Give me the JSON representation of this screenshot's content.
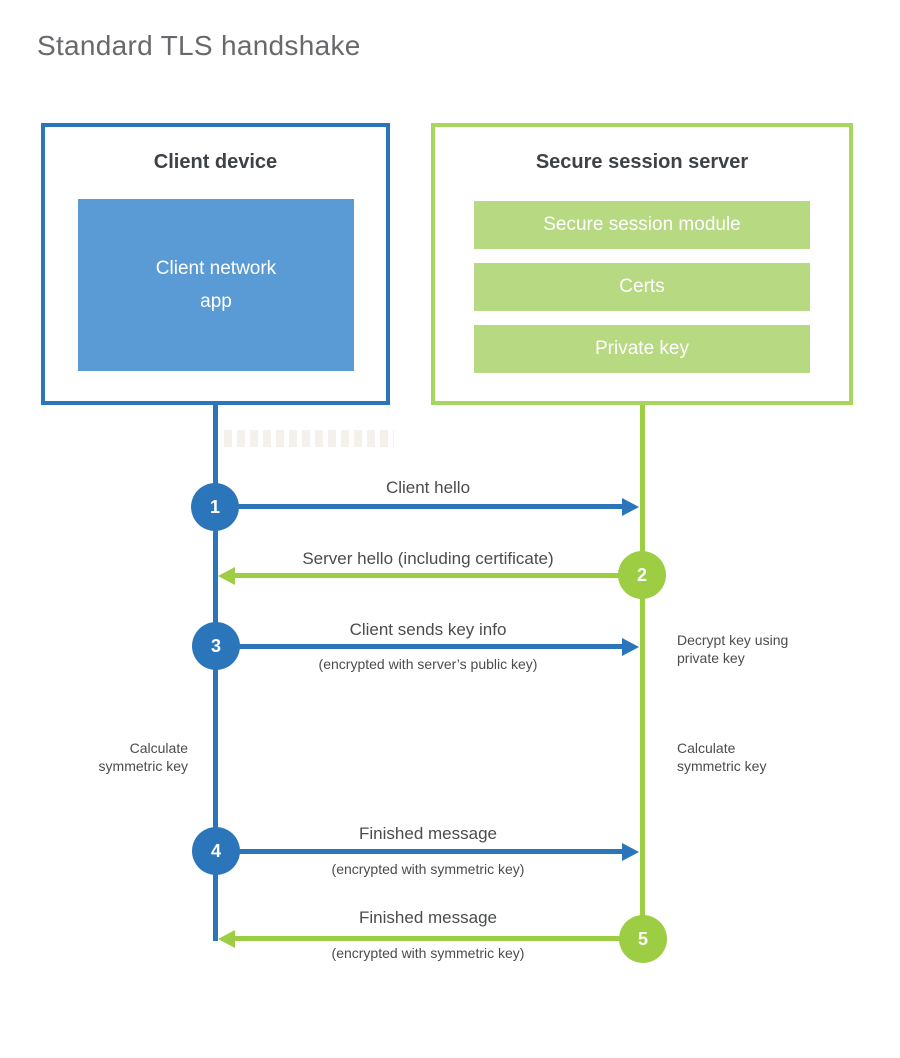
{
  "page": {
    "title": "Standard TLS handshake"
  },
  "client": {
    "heading": "Client device",
    "app": {
      "line1": "Client network",
      "line2": "app"
    }
  },
  "server": {
    "heading": "Secure session server",
    "modules": [
      "Secure session module",
      "Certs",
      "Private key"
    ]
  },
  "steps": [
    {
      "num": "1",
      "label": "Client hello",
      "sub": "",
      "direction": "client-to-server",
      "color": "#2b76bb"
    },
    {
      "num": "2",
      "label": "Server hello (including certificate)",
      "sub": "",
      "direction": "server-to-client",
      "color": "#9ccd42"
    },
    {
      "num": "3",
      "label": "Client sends key info",
      "sub": "(encrypted with server’s public key)",
      "direction": "client-to-server",
      "color": "#2b76bb"
    },
    {
      "num": "4",
      "label": "Finished message",
      "sub": "(encrypted with symmetric key)",
      "direction": "client-to-server",
      "color": "#2b76bb"
    },
    {
      "num": "5",
      "label": "Finished message",
      "sub": "(encrypted with symmetric key)",
      "direction": "server-to-client",
      "color": "#9ccd42"
    }
  ],
  "annotations": {
    "decrypt_note": {
      "line1": "Decrypt key using",
      "line2": "private key"
    },
    "calc_left": {
      "line1": "Calculate",
      "line2": "symmetric key"
    },
    "calc_right": {
      "line1": "Calculate",
      "line2": "symmetric key"
    }
  },
  "colors": {
    "blue_accent": "#2b76bb",
    "blue_fill": "#5b9bd5",
    "green_accent": "#9ccd42",
    "green_border": "#a6d65f",
    "green_fill": "#b6d981",
    "heading_text": "#3e4146",
    "label_text": "#4a4c4e",
    "title_text": "#67696c"
  }
}
